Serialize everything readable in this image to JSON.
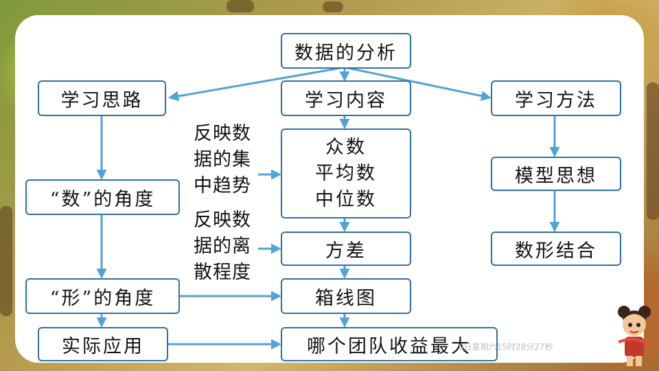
{
  "root": "数据的分析",
  "branches": {
    "thinking": "学习思路",
    "content": "学习内容",
    "method": "学习方法"
  },
  "thinking_steps": [
    "“数”的角度",
    "“形”的角度",
    "实际应用"
  ],
  "content_steps": {
    "central": [
      "众数",
      "平均数",
      "中位数"
    ],
    "variance": "方差",
    "boxplot": "箱线图",
    "application": "哪个团队收益最大"
  },
  "method_steps": [
    "模型思想",
    "数形结合"
  ],
  "side_labels": {
    "central_tendency": [
      "反映数",
      "据的集",
      "中趋势"
    ],
    "dispersion": [
      "反映数",
      "据的离",
      "散程度"
    ]
  },
  "timestamp": "0日星期六15时28分27秒",
  "colors": {
    "box_border": "#2f6fa6",
    "arrow": "#4fa3d9"
  }
}
